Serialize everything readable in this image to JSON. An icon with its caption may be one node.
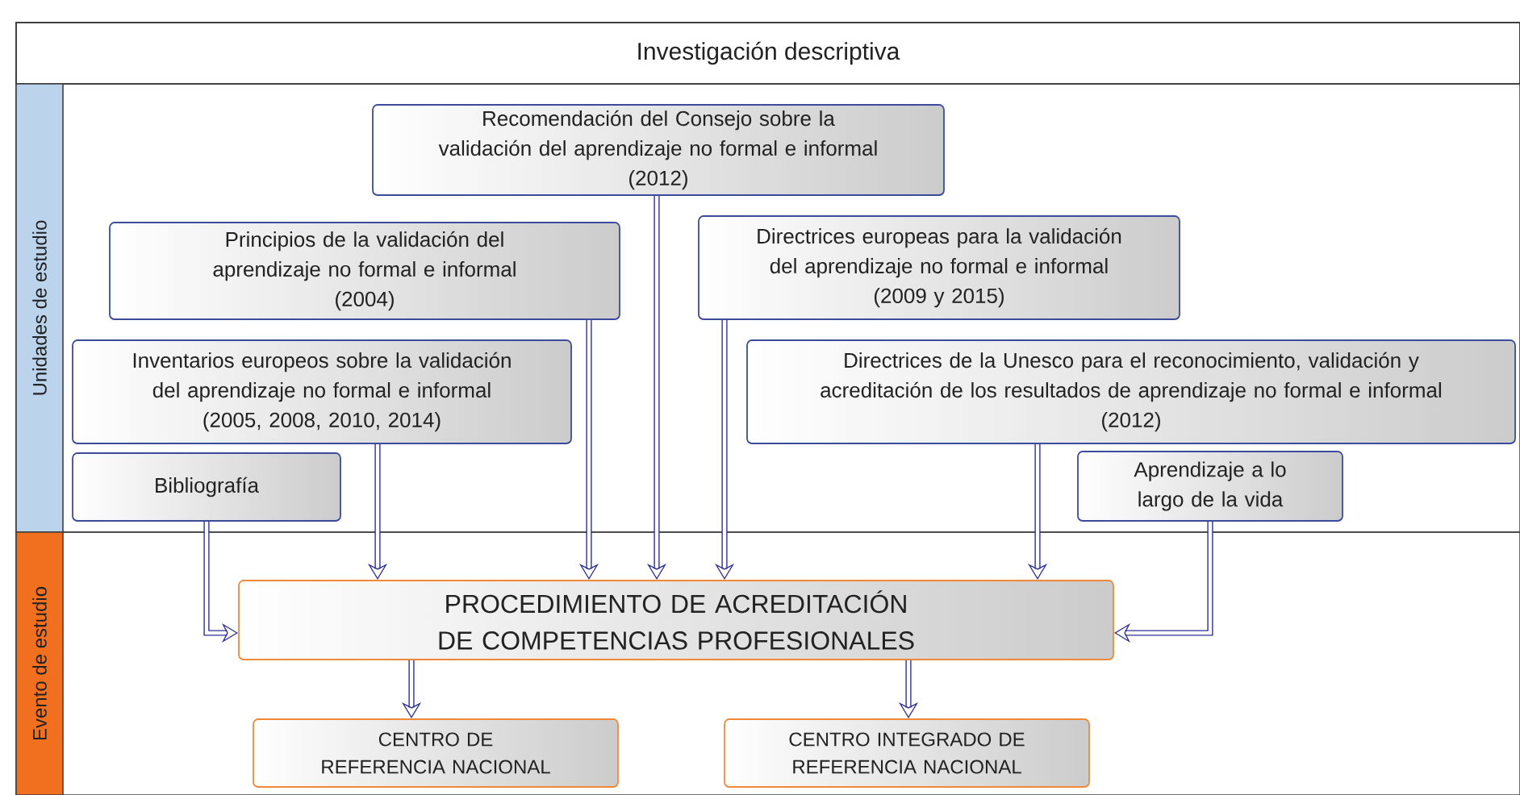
{
  "diagram": {
    "nodes": [
      {
        "text": [
          "Investigación descriptiva"
        ]
      },
      {
        "text": [
          "Unidades de estudio"
        ]
      },
      {
        "text": [
          "Recomendación del Consejo sobre la validación del aprendizaje no formal e informal",
          "(2012)"
        ],
        "in": 1
      },
      {
        "text": [
          "Principios de la validación del aprendizaje no formal e informal",
          "(2004)"
        ],
        "in": 1
      },
      {
        "text": [
          "Directrices europeas para la validación del aprendizaje no formal e informal",
          "(2009 y 2015)"
        ],
        "in": 1
      },
      {
        "text": [
          "Inventarios europeos sobre la validación del aprendizaje no formal e informal",
          "(2005, 2008, 2010, 2014)"
        ],
        "in": 1
      },
      {
        "text": [
          "Directrices de la Unesco para el reconocimiento, validación y acreditación de los resultados de aprendizaje no formal e informal",
          "(2012)"
        ],
        "in": 1
      },
      {
        "text": [
          "Bibliografía"
        ],
        "in": 1
      },
      {
        "text": [
          "Aprendizaje a lo largo de la vida"
        ],
        "in": 1
      },
      {
        "text": [
          "Evento de estudio"
        ]
      },
      {
        "text": [
          "PROCEDIMIENTO DE ACREDITACIÓN DE COMPETENCIAS PROFESIONALES"
        ],
        "in": 9
      },
      {
        "text": [
          "CENTRO DE REFERENCIA NACIONAL"
        ],
        "in": 9
      },
      {
        "text": [
          "CENTRO INTEGRADO DE REFERENCIA NACIONAL"
        ],
        "in": 9
      }
    ],
    "edges": [
      {
        "from": 7,
        "to": 10,
        "arrow": "to"
      },
      {
        "from": 5,
        "to": 10,
        "arrow": "to"
      },
      {
        "from": 3,
        "to": 10,
        "arrow": "to"
      },
      {
        "from": 2,
        "to": 10,
        "arrow": "to"
      },
      {
        "from": 4,
        "to": 10,
        "arrow": "to"
      },
      {
        "from": 6,
        "to": 10,
        "arrow": "to"
      },
      {
        "from": 8,
        "to": 10,
        "arrow": "to"
      },
      {
        "from": 10,
        "to": 11,
        "arrow": "to"
      },
      {
        "from": 10,
        "to": 12,
        "arrow": "to"
      }
    ]
  }
}
